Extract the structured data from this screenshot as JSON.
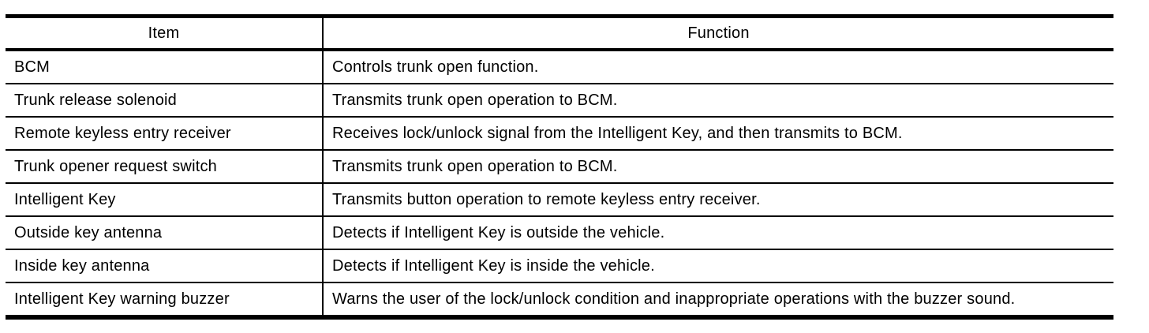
{
  "table": {
    "columns": [
      "Item",
      "Function"
    ],
    "rows": [
      {
        "item": "BCM",
        "function": "Controls trunk open function."
      },
      {
        "item": "Trunk release solenoid",
        "function": "Transmits trunk open operation to BCM."
      },
      {
        "item": "Remote keyless entry receiver",
        "function": "Receives lock/unlock signal from the Intelligent Key, and then transmits to BCM."
      },
      {
        "item": "Trunk opener request switch",
        "function": "Transmits trunk open operation to BCM."
      },
      {
        "item": "Intelligent Key",
        "function": "Transmits button operation to remote keyless entry receiver."
      },
      {
        "item": "Outside key antenna",
        "function": "Detects if Intelligent Key is outside the vehicle."
      },
      {
        "item": "Inside key antenna",
        "function": "Detects if Intelligent Key is inside the vehicle."
      },
      {
        "item": "Intelligent Key warning buzzer",
        "function": "Warns the user of the lock/unlock condition and inappropriate operations with the buzzer sound."
      }
    ],
    "colors": {
      "border": "#000000",
      "background": "#ffffff",
      "text": "#000000"
    }
  }
}
